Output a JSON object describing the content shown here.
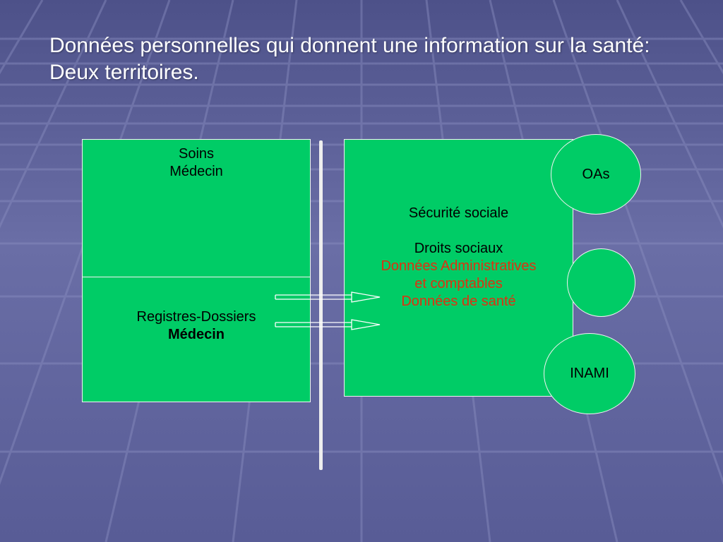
{
  "title": "Données personnelles qui donnent une information sur la santé: Deux territoires.",
  "left_top": {
    "line1": "Soins",
    "line2": "Médecin"
  },
  "left_bottom": {
    "line1": "Registres-Dossiers",
    "line2": "Médecin"
  },
  "right": {
    "line1": "Sécurité sociale",
    "line2": "Droits sociaux",
    "red_lines": [
      "Données Administratives",
      "et comptables",
      "Données de santé"
    ]
  },
  "circles": {
    "top": "OAs",
    "middle": "",
    "bottom": "INAMI"
  },
  "colors": {
    "box_green": "#00cc66",
    "highlight_red": "#e03010",
    "background": "#5b5f98"
  }
}
